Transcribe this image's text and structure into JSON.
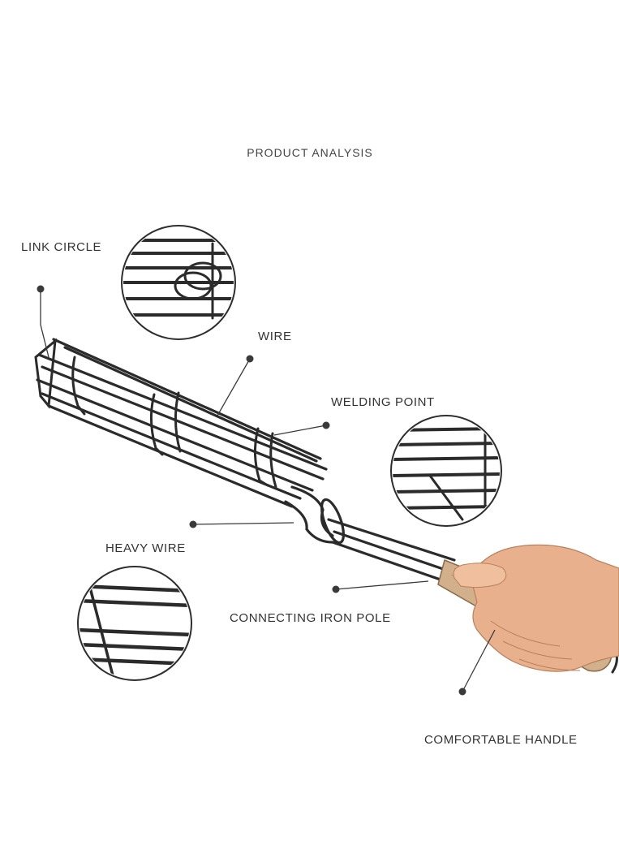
{
  "title": "PRODUCT ANALYSIS",
  "labels": {
    "link_circle": "LINK CIRCLE",
    "wire": "WIRE",
    "welding_point": "WELDING POINT",
    "heavy_wire": "HEAVY WIRE",
    "connecting_iron_pole": "CONNECTING IRON POLE",
    "comfortable_handle": "COMFORTABLE HANDLE"
  },
  "colors": {
    "text": "#333333",
    "wire": "#2b2b2b",
    "handle_wood": "#d2b08c",
    "skin": "#e8b08c"
  }
}
